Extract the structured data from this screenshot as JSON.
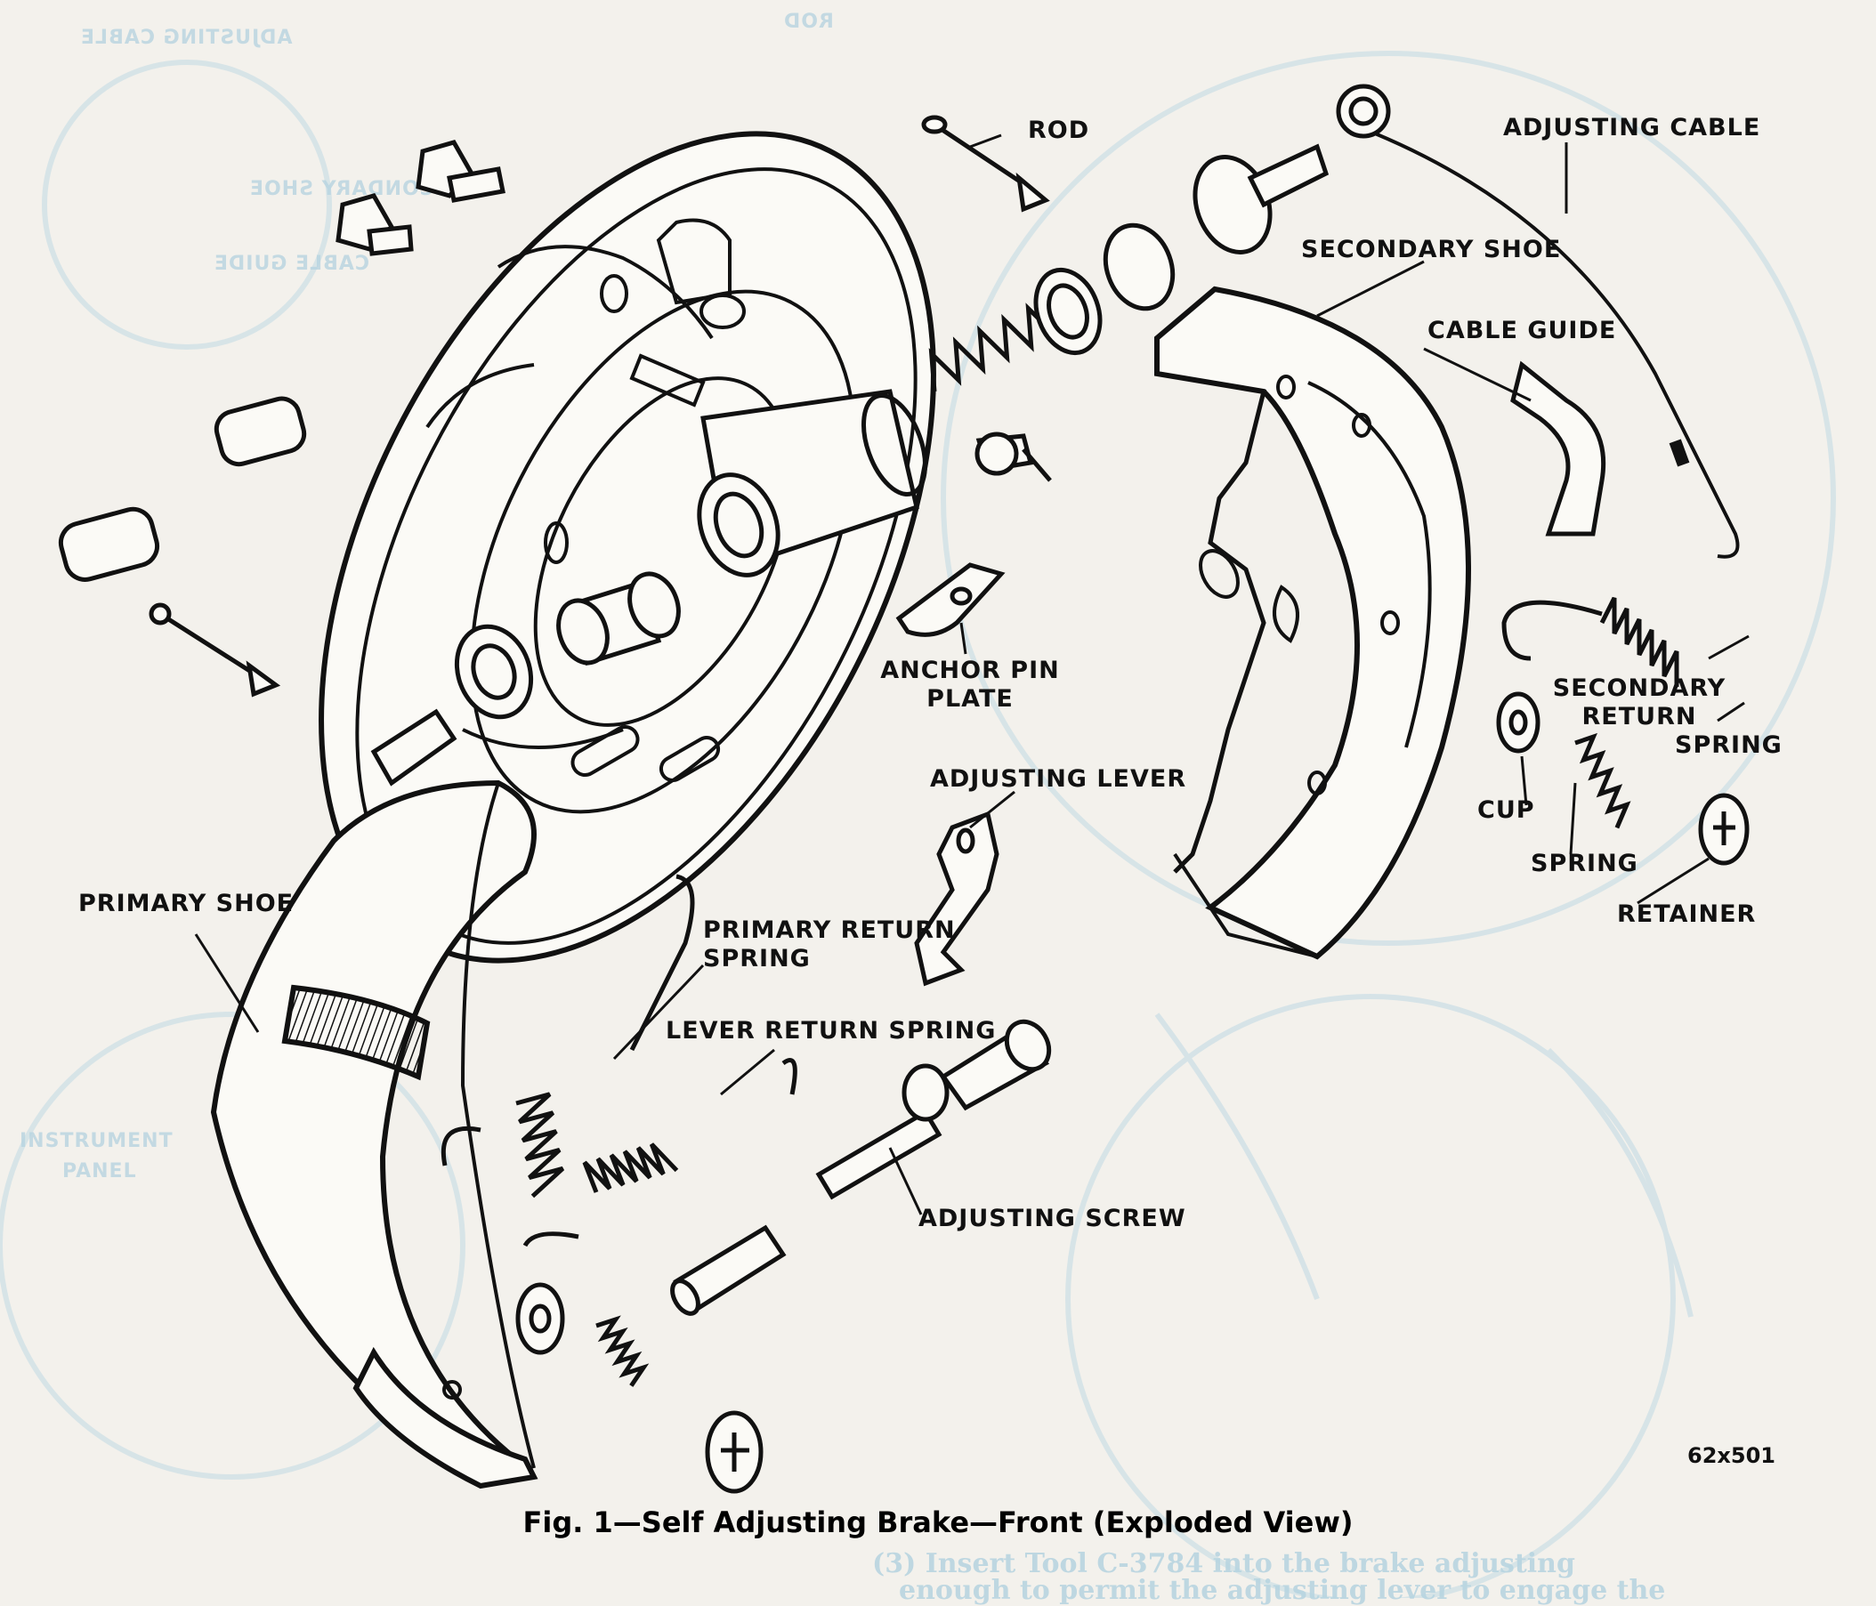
{
  "figure": {
    "caption": "Fig. 1—Self Adjusting Brake—Front (Exploded View)",
    "figure_number": "62x501"
  },
  "labels": {
    "rod": "ROD",
    "adjusting_cable": "ADJUSTING CABLE",
    "secondary_shoe": "SECONDARY SHOE",
    "cable_guide": "CABLE GUIDE",
    "anchor_pin_plate_1": "ANCHOR PIN",
    "anchor_pin_plate_2": "PLATE",
    "secondary_return_spring_1": "SECONDARY",
    "secondary_return_spring_2": "RETURN",
    "secondary_return_spring_3": "SPRING",
    "cup": "CUP",
    "spring": "SPRING",
    "retainer": "RETAINER",
    "adjusting_lever": "ADJUSTING LEVER",
    "primary_shoe": "PRIMARY SHOE",
    "primary_return_spring_1": "PRIMARY RETURN",
    "primary_return_spring_2": "SPRING",
    "lever_return_spring": "LEVER RETURN SPRING",
    "adjusting_screw": "ADJUSTING SCREW"
  },
  "bleed_through": {
    "adjusting_cable": "ADJUSTING CABLE",
    "rod": "ROD",
    "secondary_shoe": "SECONDARY SHOE",
    "cable_guide": "CABLE GUIDE",
    "instrument_panel_1": "INSTRUMENT",
    "instrument_panel_2": "PANEL",
    "text_line_1": "(3) Insert Tool C-3784 into the brake adjusting",
    "text_line_2": "enough to permit the adjusting lever to engage the"
  },
  "colors": {
    "ink": "#111111",
    "paper": "#f3f1ec",
    "bleed": "#9cc6da"
  }
}
